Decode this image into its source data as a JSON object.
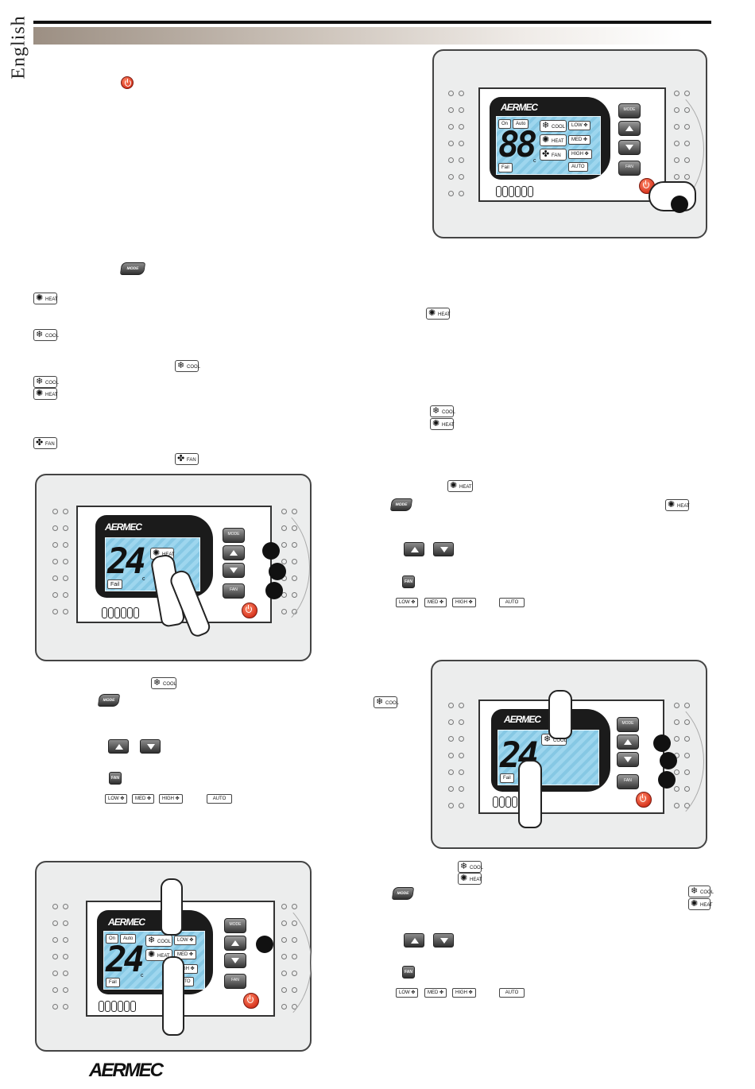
{
  "header": {
    "language_tab": "English"
  },
  "brand": {
    "logo_text": "AERMEC"
  },
  "buttons": {
    "mode": "MODE",
    "fan": "FAN"
  },
  "icons": {
    "heat": "HEAT",
    "cool": "COOL",
    "fan": "FAN"
  },
  "speeds": {
    "low": "LOW",
    "med": "MED",
    "high": "HIGH",
    "auto": "AUTO"
  },
  "display": {
    "on": "On",
    "auto": "Auto",
    "digits_test": "88",
    "digits_temp": "24",
    "unit": "c",
    "fail": "Fail",
    "cool": "COOL",
    "heat": "HEAT",
    "fan": "FAN",
    "low": "LOW",
    "med": "MED",
    "high": "HIGH",
    "auto_btn": "AUTO"
  },
  "colors": {
    "power": "#d8361f",
    "lcd_screen": "#9ed6ee",
    "header_gradient_start": "#9c8f83"
  }
}
